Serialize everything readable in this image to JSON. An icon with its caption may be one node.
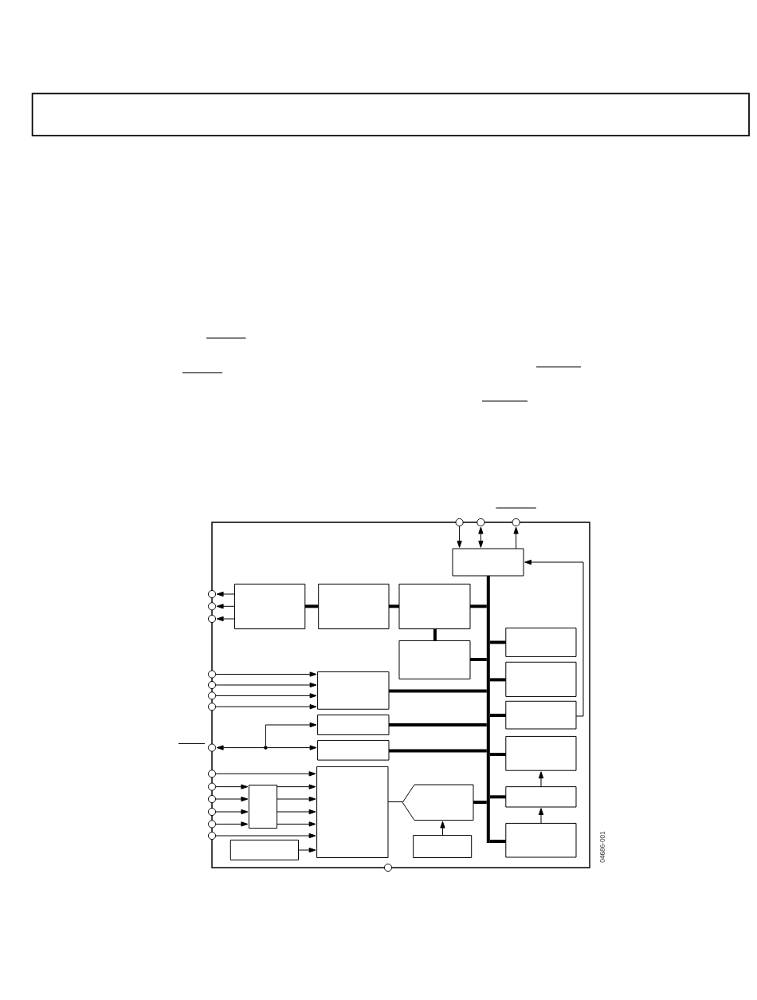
{
  "diagram": {
    "nodes": [
      {
        "text": [],
        "shape": "box"
      },
      {
        "text": [],
        "shape": "circle"
      },
      {
        "text": [],
        "shape": "circle"
      },
      {
        "text": [],
        "shape": "circle"
      },
      {
        "text": [],
        "shape": "box",
        "in": 0
      },
      {
        "text": [],
        "shape": "circle"
      },
      {
        "text": [],
        "shape": "circle"
      },
      {
        "text": [],
        "shape": "circle"
      },
      {
        "text": [],
        "shape": "box",
        "in": 0
      },
      {
        "text": [],
        "shape": "box",
        "in": 0
      },
      {
        "text": [],
        "shape": "box",
        "in": 0
      },
      {
        "text": [],
        "shape": "bar",
        "in": 0
      },
      {
        "text": [],
        "shape": "box",
        "in": 0
      },
      {
        "text": [],
        "shape": "box",
        "in": 0
      },
      {
        "text": [],
        "shape": "box",
        "in": 0
      },
      {
        "text": [],
        "shape": "circle"
      },
      {
        "text": [],
        "shape": "circle"
      },
      {
        "text": [],
        "shape": "circle"
      },
      {
        "text": [],
        "shape": "circle"
      },
      {
        "text": [],
        "shape": "box",
        "in": 0
      },
      {
        "text": [],
        "shape": "box",
        "in": 0
      },
      {
        "text": [],
        "shape": "box",
        "in": 0
      },
      {
        "text": [],
        "shape": "dot",
        "in": 0
      },
      {
        "text": [],
        "shape": "circle"
      },
      {
        "text": [],
        "shape": "box",
        "in": 0
      },
      {
        "text": [],
        "shape": "box",
        "in": 0
      },
      {
        "text": [],
        "shape": "circle"
      },
      {
        "text": [],
        "shape": "circle"
      },
      {
        "text": [],
        "shape": "circle"
      },
      {
        "text": [],
        "shape": "circle"
      },
      {
        "text": [],
        "shape": "circle"
      },
      {
        "text": [],
        "shape": "circle"
      },
      {
        "text": [],
        "shape": "box",
        "in": 0
      },
      {
        "text": [],
        "shape": "box",
        "in": 0
      },
      {
        "text": [],
        "shape": "pentagon",
        "in": 0
      },
      {
        "text": [],
        "shape": "box",
        "in": 0
      },
      {
        "text": [],
        "shape": "box",
        "in": 0
      },
      {
        "text": [],
        "shape": "box",
        "in": 0
      },
      {
        "text": [],
        "shape": "box",
        "in": 0
      },
      {
        "text": [],
        "shape": "circle"
      }
    ],
    "edges": [
      {
        "from": 1,
        "to": 4,
        "arrow": "to"
      },
      {
        "from": 2,
        "to": 4,
        "arrow": "both"
      },
      {
        "from": 4,
        "to": 3,
        "arrow": "to"
      },
      {
        "from": 20,
        "to": 4,
        "arrow": "to"
      },
      {
        "from": 4,
        "to": 11,
        "arrow": "none",
        "style": "thick"
      },
      {
        "from": 8,
        "to": 5,
        "arrow": "to"
      },
      {
        "from": 8,
        "to": 6,
        "arrow": "to"
      },
      {
        "from": 8,
        "to": 7,
        "arrow": "to"
      },
      {
        "from": 8,
        "to": 9,
        "arrow": "none",
        "style": "thick"
      },
      {
        "from": 9,
        "to": 10,
        "arrow": "none",
        "style": "thick"
      },
      {
        "from": 10,
        "to": 11,
        "arrow": "none",
        "style": "thick"
      },
      {
        "from": 10,
        "to": 12,
        "arrow": "none",
        "style": "thick"
      },
      {
        "from": 12,
        "to": 11,
        "arrow": "none",
        "style": "thick"
      },
      {
        "from": 11,
        "to": 13,
        "arrow": "none",
        "style": "thick"
      },
      {
        "from": 11,
        "to": 14,
        "arrow": "none",
        "style": "thick"
      },
      {
        "from": 15,
        "to": 19,
        "arrow": "to"
      },
      {
        "from": 16,
        "to": 19,
        "arrow": "to"
      },
      {
        "from": 17,
        "to": 19,
        "arrow": "to"
      },
      {
        "from": 18,
        "to": 19,
        "arrow": "to"
      },
      {
        "from": 19,
        "to": 11,
        "arrow": "none",
        "style": "thick"
      },
      {
        "from": 11,
        "to": 20,
        "arrow": "none",
        "style": "thick"
      },
      {
        "from": 22,
        "to": 21,
        "arrow": "to"
      },
      {
        "from": 22,
        "to": 23,
        "arrow": "to"
      },
      {
        "from": 22,
        "to": 24,
        "arrow": "to"
      },
      {
        "from": 21,
        "to": 11,
        "arrow": "none",
        "style": "thick"
      },
      {
        "from": 24,
        "to": 11,
        "arrow": "none",
        "style": "thick"
      },
      {
        "from": 11,
        "to": 25,
        "arrow": "none",
        "style": "thick"
      },
      {
        "from": 26,
        "to": 33,
        "arrow": "to"
      },
      {
        "from": 27,
        "to": 32,
        "arrow": "to"
      },
      {
        "from": 28,
        "to": 32,
        "arrow": "to"
      },
      {
        "from": 29,
        "to": 32,
        "arrow": "to"
      },
      {
        "from": 30,
        "to": 32,
        "arrow": "to"
      },
      {
        "from": 31,
        "to": 33,
        "arrow": "to"
      },
      {
        "from": 32,
        "to": 33,
        "arrow": "to"
      },
      {
        "from": 32,
        "to": 33,
        "arrow": "to"
      },
      {
        "from": 32,
        "to": 33,
        "arrow": "to"
      },
      {
        "from": 32,
        "to": 33,
        "arrow": "to"
      },
      {
        "from": 36,
        "to": 33,
        "arrow": "to"
      },
      {
        "from": 33,
        "to": 34,
        "arrow": "none"
      },
      {
        "from": 34,
        "to": 11,
        "arrow": "none",
        "style": "thick"
      },
      {
        "from": 37,
        "to": 34,
        "arrow": "to"
      },
      {
        "from": 11,
        "to": 35,
        "arrow": "none",
        "style": "thick"
      },
      {
        "from": 35,
        "to": 25,
        "arrow": "to"
      },
      {
        "from": 38,
        "to": 35,
        "arrow": "to"
      },
      {
        "from": 11,
        "to": 38,
        "arrow": "none",
        "style": "thick"
      }
    ],
    "labels": [
      "04686-001"
    ]
  }
}
